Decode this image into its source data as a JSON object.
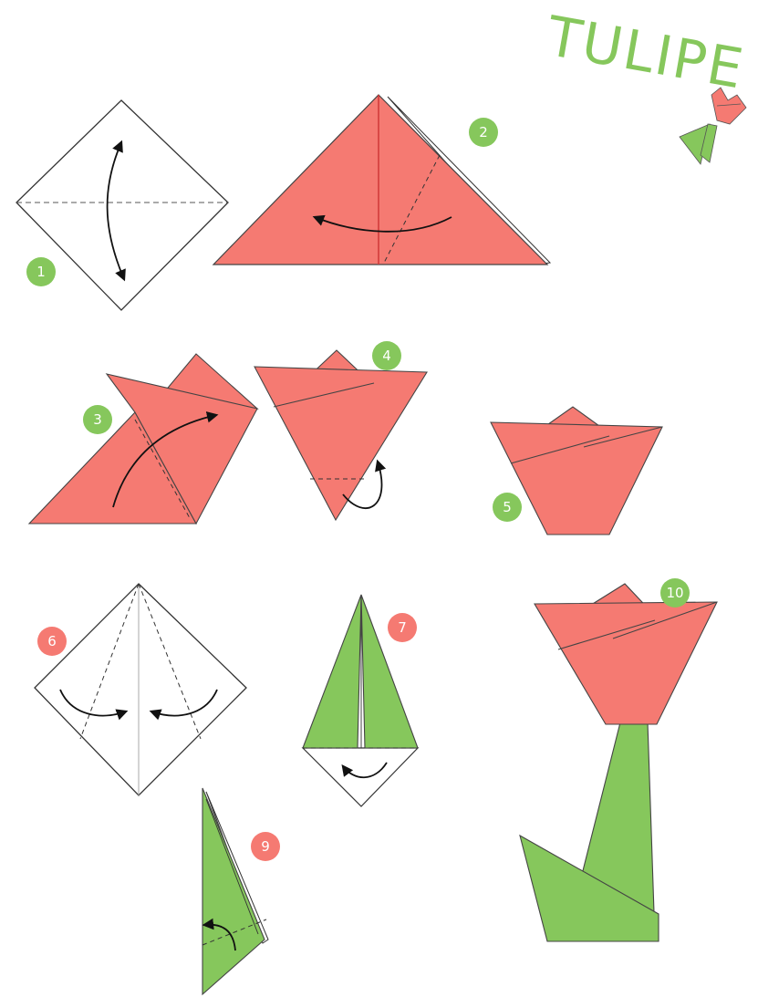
{
  "title": "TULIPE",
  "colors": {
    "petal": "#F57A72",
    "stem": "#86C75C",
    "title": "#86C75C",
    "outline": "#333333",
    "badge_green": "#86C75C",
    "badge_red": "#F57A72",
    "paper_white": "#FFFFFF"
  },
  "steps": [
    {
      "label": "1"
    },
    {
      "label": "2"
    },
    {
      "label": "3"
    },
    {
      "label": "4"
    },
    {
      "label": "5"
    },
    {
      "label": "6"
    },
    {
      "label": "7"
    },
    {
      "label": "9"
    },
    {
      "label": "10"
    }
  ]
}
